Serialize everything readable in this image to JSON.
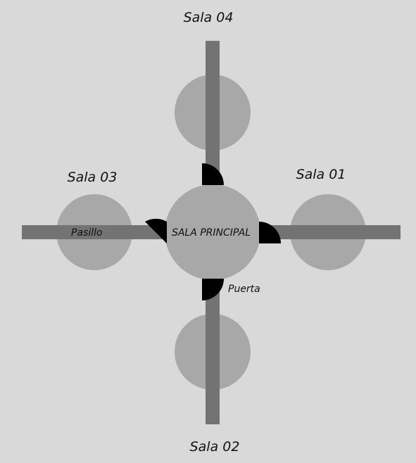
{
  "colors": {
    "background": "#d9d9d9",
    "room_fill": "#a8a8a8",
    "corridor_fill": "#737373",
    "door_fill": "#000000",
    "text": "#111111"
  },
  "labels": {
    "main_room": "SALA PRINCIPAL",
    "room_01": "Sala 01",
    "room_02": "Sala 02",
    "room_03": "Sala 03",
    "room_04": "Sala 04",
    "corridor": "Pasillo",
    "door": "Puerta"
  }
}
